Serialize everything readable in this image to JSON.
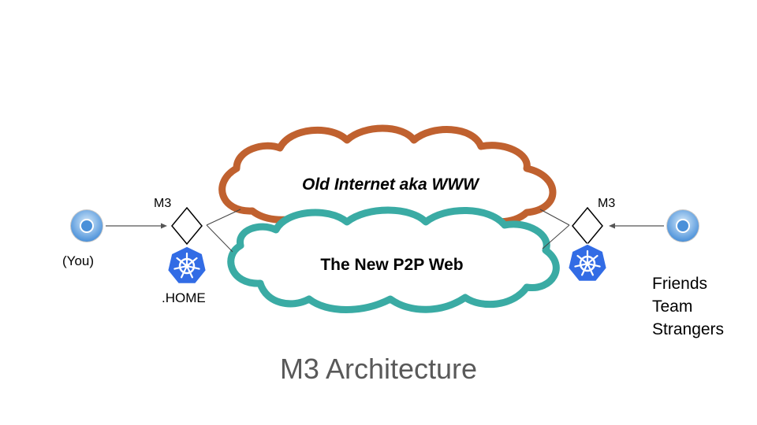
{
  "title": "M3 Architecture",
  "clouds": {
    "old_internet": {
      "label": "Old Internet aka WWW",
      "color": "#c0612f"
    },
    "p2p_web": {
      "label": "The New P2P Web",
      "color": "#3aaba4"
    }
  },
  "left": {
    "user_label": "(You)",
    "node_label": "M3",
    "cluster_label": ".HOME"
  },
  "right": {
    "node_label": "M3",
    "peer_labels": [
      "Friends",
      "Team",
      "Strangers"
    ]
  },
  "icons": {
    "browser": "chrome-browser-icon",
    "node": "diamond-icon",
    "cluster": "kubernetes-icon"
  },
  "colors": {
    "kubernetes": "#326ce5",
    "browser": "#4a90d9",
    "title": "#595959"
  }
}
